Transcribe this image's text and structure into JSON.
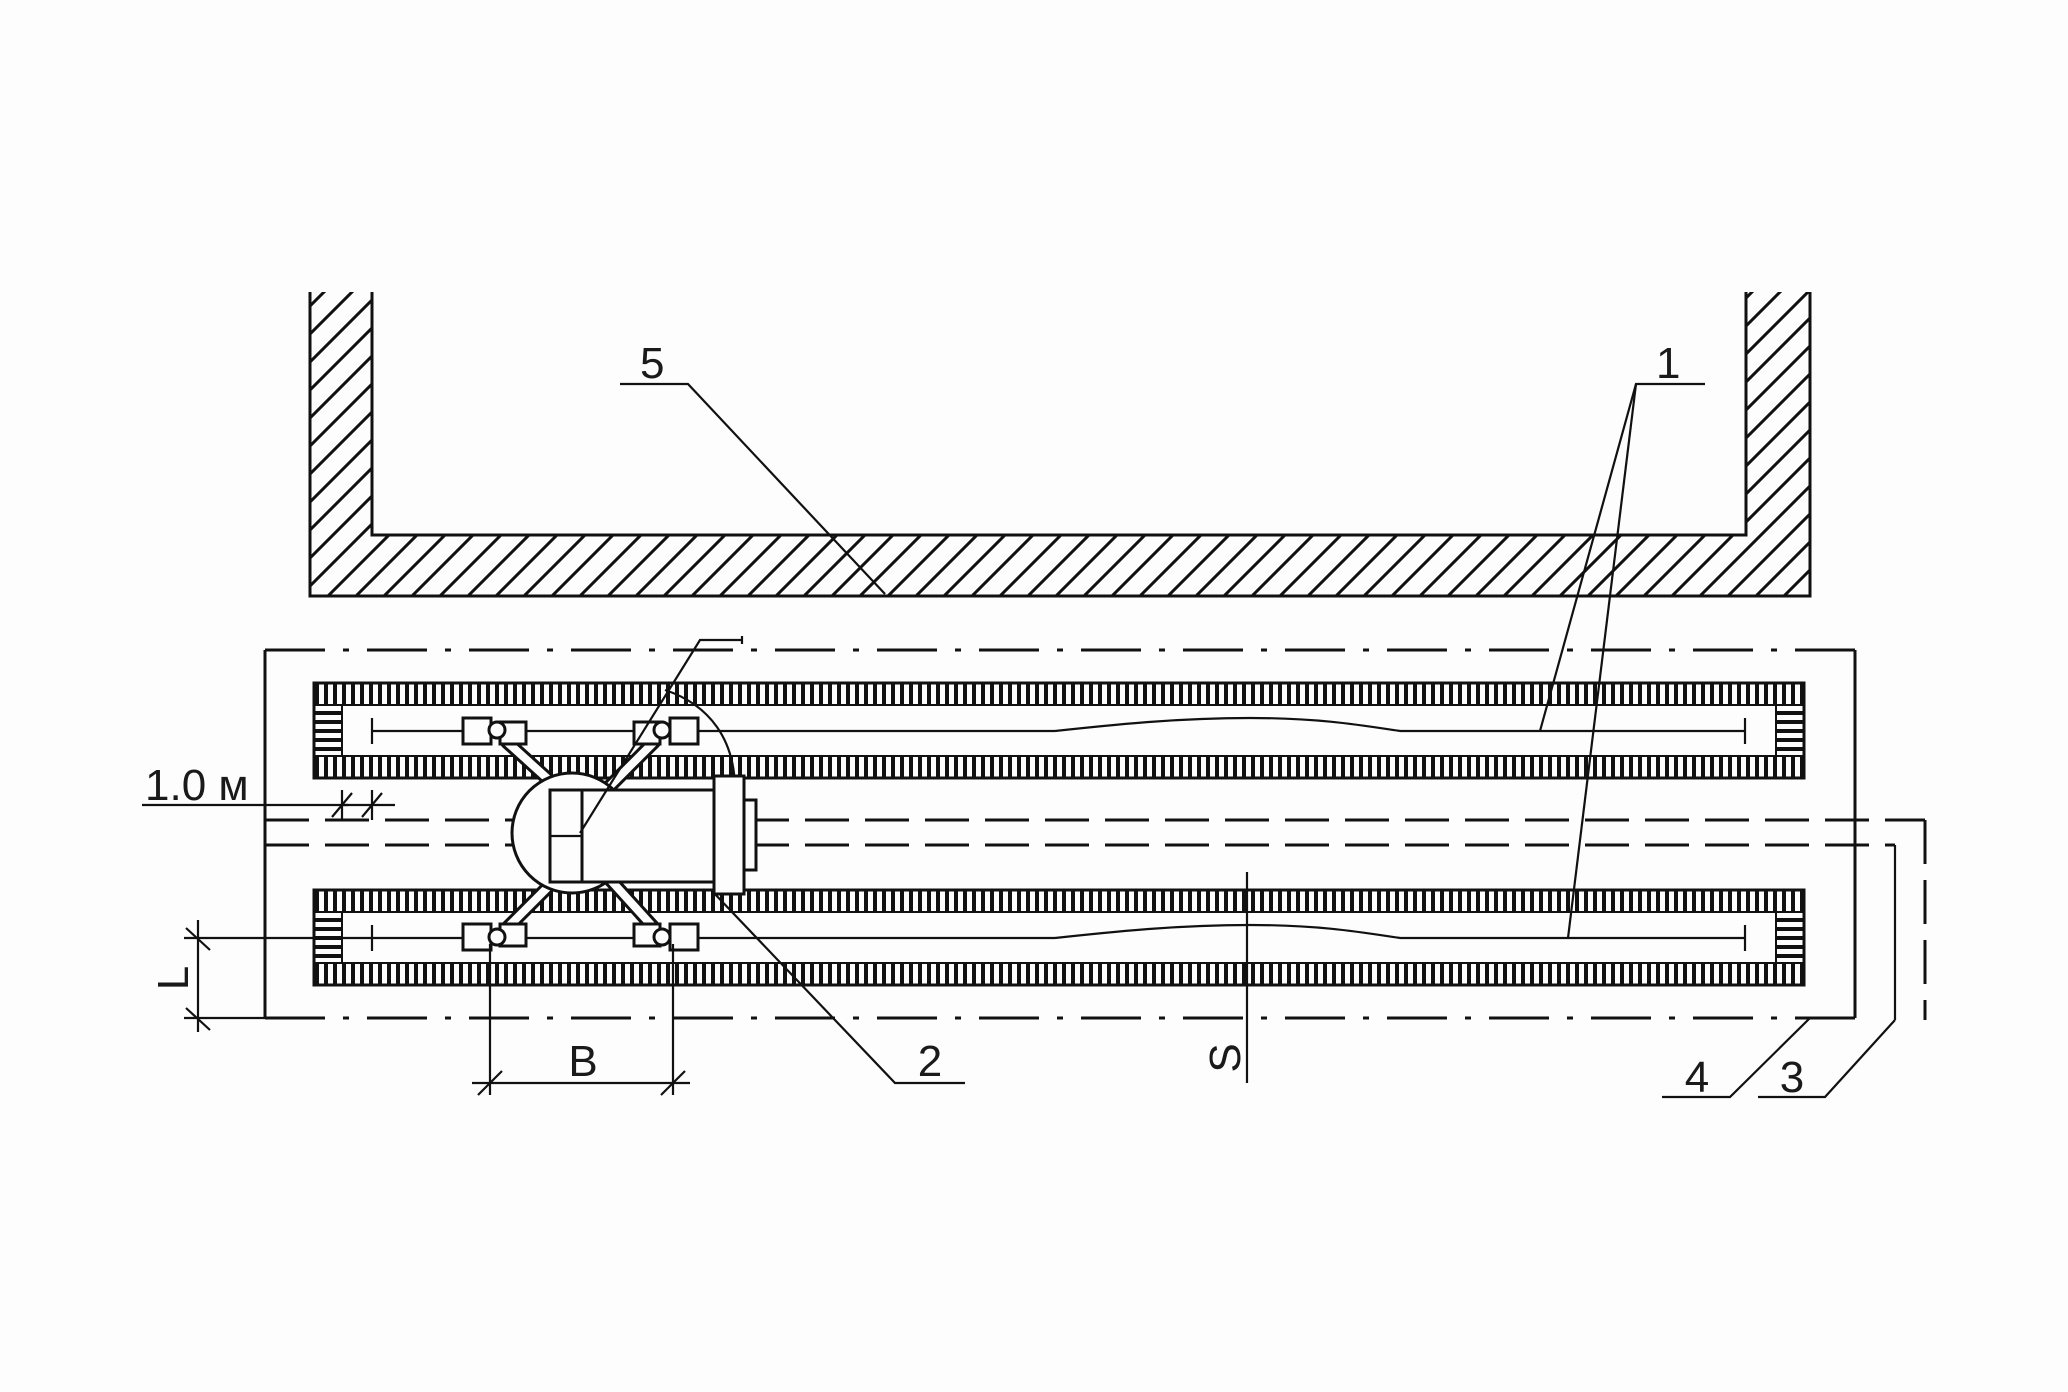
{
  "labels": {
    "l1": "1",
    "l2": "2",
    "l3": "3",
    "l4": "4",
    "l5": "5",
    "dim_clearance": "1.0 м",
    "dim_L": "L",
    "dim_B": "B",
    "dim_S": "S"
  }
}
